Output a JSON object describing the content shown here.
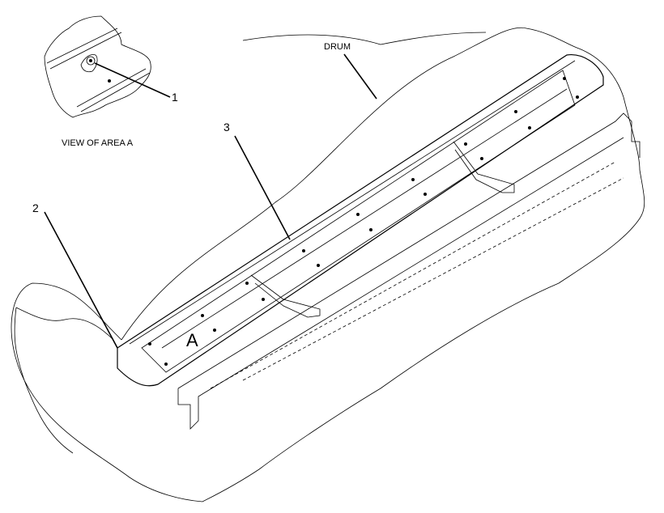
{
  "labels": {
    "drum": "DRUM",
    "view": "VIEW OF AREA A",
    "area_letter": "A",
    "callout_1": "1",
    "callout_2": "2",
    "callout_3": "3"
  }
}
